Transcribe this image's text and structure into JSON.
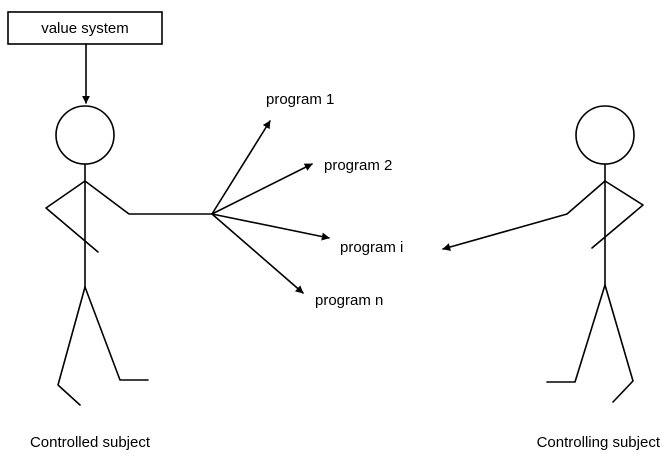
{
  "value_system_label": "value system",
  "programs": [
    {
      "label": "program 1"
    },
    {
      "label": "program 2"
    },
    {
      "label": "program i"
    },
    {
      "label": "program n"
    }
  ],
  "figures": {
    "left_caption": "Controlled subject",
    "right_caption": "Controlling subject"
  },
  "colors": {
    "ink": "#000000",
    "background": "#ffffff"
  }
}
